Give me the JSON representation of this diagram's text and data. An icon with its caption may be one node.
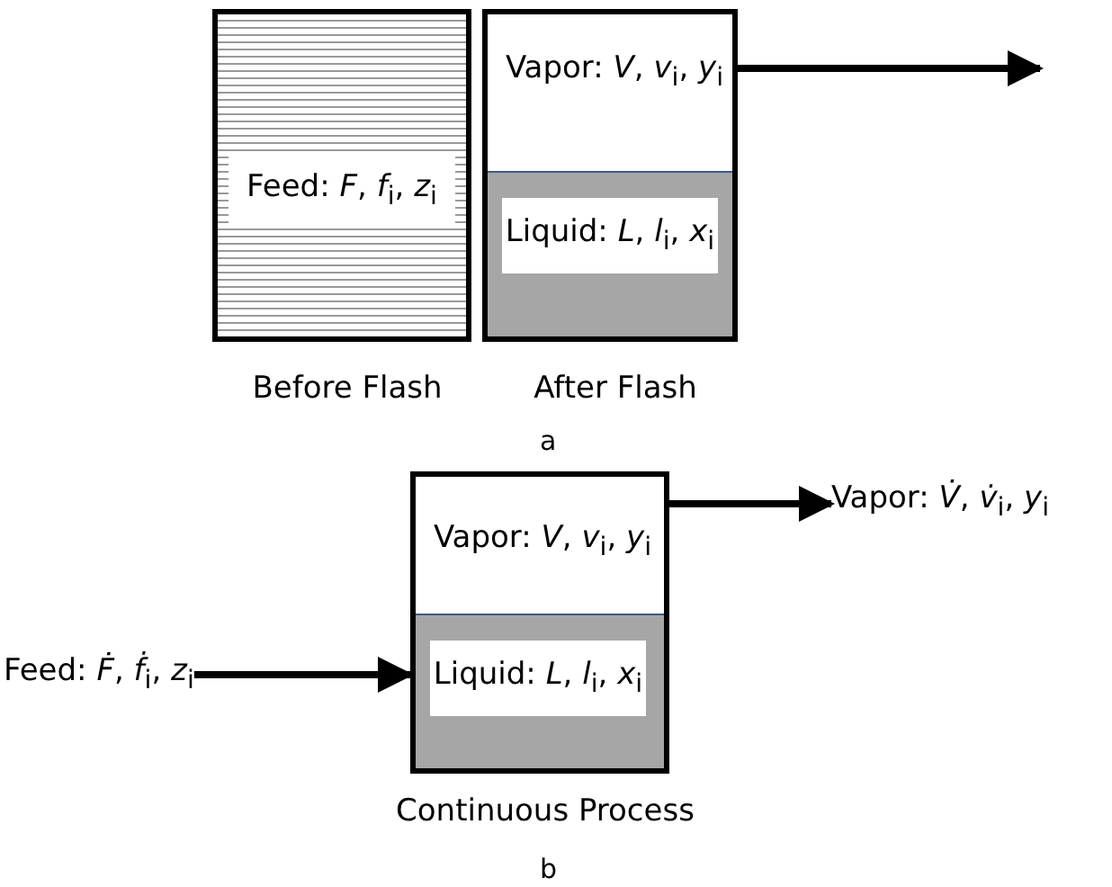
{
  "diagram": {
    "nodes": [
      {
        "text": [],
        "shape": "box",
        "beside": [
          "Before Flash"
        ]
      },
      {
        "text": [
          "Feed: *F*, *f*$_{i}$, *z*$_{i}$"
        ],
        "in": 0
      },
      {
        "text": [],
        "shape": "box",
        "beside": [
          "After Flash"
        ]
      },
      {
        "text": [
          "Vapor: *V*, *v*$_{i}$, *y*$_{i}$"
        ],
        "in": 2
      },
      {
        "text": [],
        "shape": "bar",
        "in": 2
      },
      {
        "text": [
          "Liquid: *L*, *l*$_{i}$, *x*$_{i}$"
        ],
        "in": 4
      },
      {
        "text": [],
        "shape": "box",
        "beside": [
          "Continuous Process"
        ]
      },
      {
        "text": [
          "Vapor: *V*, *v*$_{i}$, *y*$_{i}$"
        ],
        "in": 6
      },
      {
        "text": [],
        "shape": "bar",
        "in": 6
      },
      {
        "text": [
          "Liquid: *L*, *l*$_{i}$, *x*$_{i}$"
        ],
        "in": 8
      },
      {
        "text": [
          "Feed: *Ḟ*, *ḟ*$_{i}$, *z*$_{i}$"
        ]
      },
      {
        "text": [
          "Vapor: *V̇*, *v̇*$_{i}$, *y*$_{i}$"
        ]
      }
    ],
    "edges": [
      {
        "from": 2,
        "to": null,
        "arrow": "to"
      },
      {
        "from": 10,
        "to": 6,
        "arrow": "to"
      },
      {
        "from": 6,
        "to": 11,
        "arrow": "to"
      }
    ],
    "labels": [
      "a",
      "b"
    ]
  }
}
